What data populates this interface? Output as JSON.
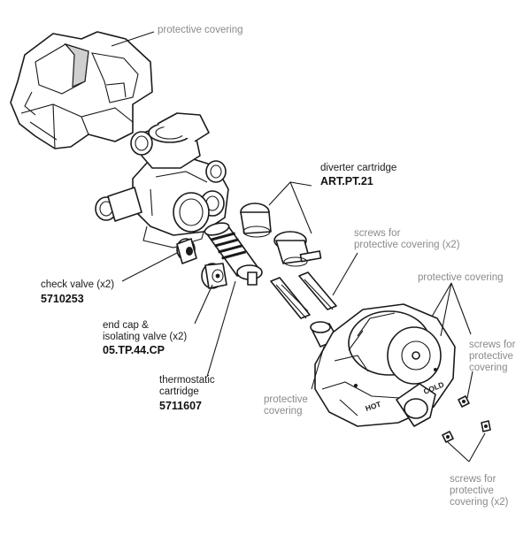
{
  "labels": {
    "protective_covering_top": "protective covering",
    "diverter_cartridge": "diverter cartridge",
    "diverter_code": "ART.PT.21",
    "screws_mid": [
      "screws for",
      "protective covering (x2)"
    ],
    "protective_covering_right": "protective covering",
    "check_valve": "check valve (x2)",
    "check_valve_code": "5710253",
    "end_cap": [
      "end cap &",
      "isolating valve (x2)"
    ],
    "end_cap_code": "05.TP.44.CP",
    "screws_right": [
      "screws for",
      "protective",
      "covering"
    ],
    "thermostatic": [
      "thermostatic",
      "cartridge"
    ],
    "thermostatic_code": "5711607",
    "protective_covering_mid": [
      "protective",
      "covering"
    ],
    "screws_bottom": [
      "screws for",
      "protective",
      "covering (x2)"
    ]
  },
  "handle_text": {
    "hot": "HOT",
    "cold": "COLD"
  }
}
